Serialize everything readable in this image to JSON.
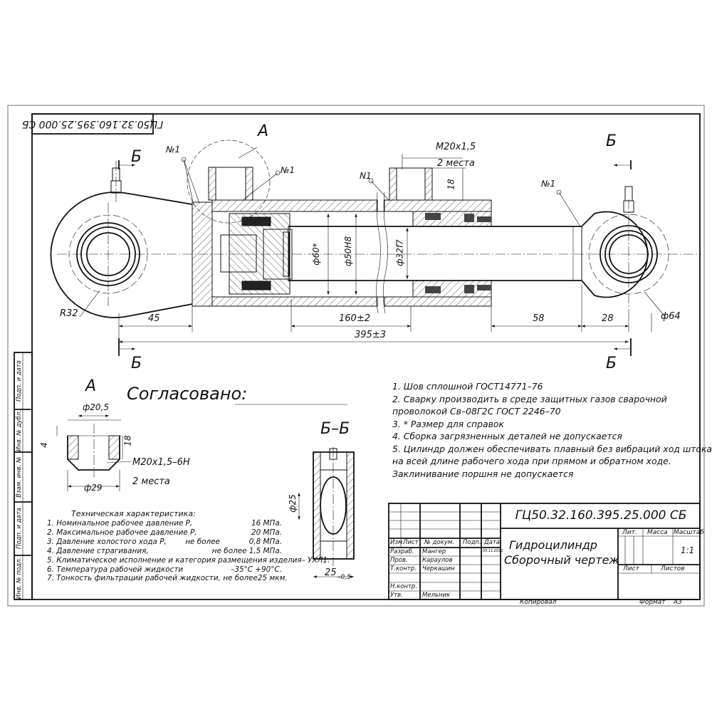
{
  "drawing_number": "ГЦ50.32.160.395.25.000 СБ",
  "drawing_number_inverted": "ГЦ50.32.160.395.25.000 СБ",
  "view_labels": {
    "a": "А",
    "b": "Б",
    "bb": "Б–Б"
  },
  "callouts": {
    "n1a": "№1",
    "n1b": "№1",
    "n1c": "N1",
    "n1d": "№1"
  },
  "main_dims": {
    "thread": "М20х1,5",
    "places": "2 места",
    "height": "18",
    "d60": "ф60*",
    "d50": "ф50Н8",
    "d32": "ф32f7",
    "r32": "R32",
    "d64": "ф64",
    "l45": "45",
    "l160": "160±2",
    "l58": "58",
    "l28": "28",
    "l395": "395±3"
  },
  "view_a": {
    "d205": "ф20,5",
    "d29": "ф29",
    "h18": "18",
    "h4": "4",
    "thread": "М20х1,5–6Н",
    "places": "2 места"
  },
  "view_bb": {
    "d25": "ф25",
    "w25": "25",
    "tol": "–0,5"
  },
  "agreed": "Согласовано:",
  "notes": [
    "1. Шов сплошной  ГОСТ14771–76",
    "2. Сварку  производить  в  среде  защитных  газов  сварочной",
    "проволокой Св–08Г2С   ГОСТ 2246–70",
    "3.  * Размер для справок",
    "4. Сборка загрязненных деталей не допускается",
    "5. Цилиндр должен обеспечивать плавный без вибраций ход штока",
    "на  всей   длине рабочего хода при прямом и обратном ходе.",
    "Заклинивание поршня не допускается"
  ],
  "tech_title": "Техническая характеристика:",
  "tech": [
    {
      "label": "1. Номинальное рабочее давление   Р,",
      "value": "16 МПа."
    },
    {
      "label": "2. Максимальное рабочее давление Р,",
      "value": "20 МПа."
    },
    {
      "label": "3. Давление холостого хода Р,        не более",
      "value": "0,8 МПа."
    },
    {
      "label": "4. Давление страгивания,                           не более",
      "value": "1,5 МПа."
    },
    {
      "label": "5. Климатическое исполнение и категория размещения изделия",
      "value": "– УХЛ1."
    },
    {
      "label": "6. Температура рабочей жидкости",
      "value": "–35°С +90°С."
    },
    {
      "label": "7. Тонкость фильтрации рабочей жидкости, не более",
      "value": "25 мкм."
    }
  ],
  "side_labels": [
    "Подп. и дата",
    "Инв. № дубл.",
    "Взам. инв. №",
    "Подп. и дата",
    "Инв. № подл."
  ],
  "title_block": {
    "number": "ГЦ50.32.160.395.25.000 СБ",
    "name1": "Гидроцилиндр",
    "name2": "Сборочный чертеж",
    "h_izm": "Изм.",
    "h_list": "Лист",
    "h_doc": "№ докум.",
    "h_sign": "Подп.",
    "h_date": "Дата",
    "r_razrab": "Разраб.",
    "n_razrab": "Мангер",
    "r_prov": "Пров.",
    "n_prov": "Карaулов",
    "r_tkontr": "Т.контр.",
    "n_tkontr": "Черкашин",
    "r_nkontr": "Н.контр.",
    "r_utv": "Утв.",
    "n_utv": "Мельник",
    "lit": "Лит.",
    "massa": "Масса",
    "masshtab": "Масштаб",
    "scale": "1:1",
    "list": "Лист",
    "listov": "Листов",
    "copied": "Копировал",
    "format": "Формат    А3",
    "date_small": "05.11.2011"
  }
}
